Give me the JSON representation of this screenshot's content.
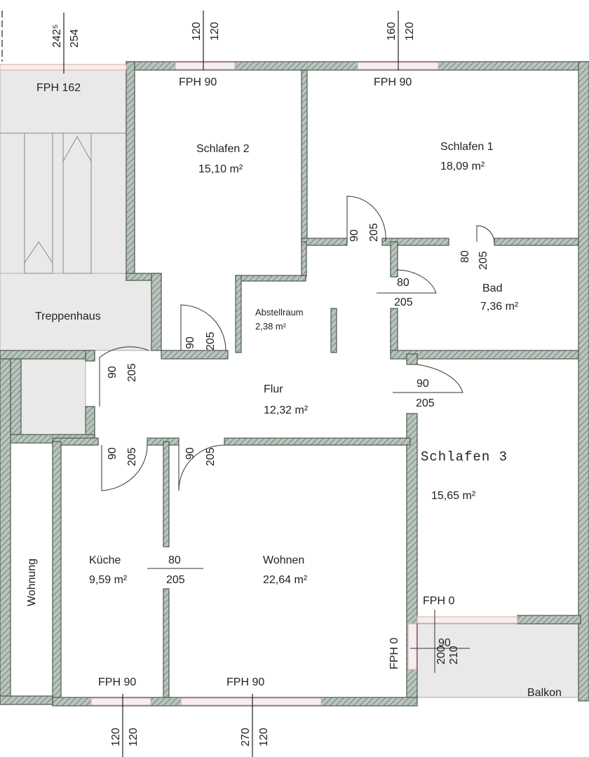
{
  "rooms": {
    "schlafen2": {
      "name": "Schlafen 2",
      "area": "15,10 m²"
    },
    "schlafen1": {
      "name": "Schlafen 1",
      "area": "18,09 m²"
    },
    "bad": {
      "name": "Bad",
      "area": "7,36 m²"
    },
    "abstellraum": {
      "name": "Abstellraum",
      "area": "2,38 m²"
    },
    "treppenhaus": {
      "name": "Treppenhaus"
    },
    "flur": {
      "name": "Flur",
      "area": "12,32 m²"
    },
    "schlafen3": {
      "name": "Schlafen 3",
      "area": "15,65 m²"
    },
    "kueche": {
      "name": "Küche",
      "area": "9,59 m²"
    },
    "wohnen": {
      "name": "Wohnen",
      "area": "22,64 m²"
    },
    "balkon": {
      "name": "Balkon"
    },
    "wohnung": {
      "name": "Wohnung"
    }
  },
  "windows": {
    "top_left": "FPH 162",
    "top_s2": "FPH 90",
    "top_s1": "FPH 90",
    "kueche": "FPH 90",
    "wohnen": "FPH 90",
    "s3": "FPH 0",
    "balkon_side": "FPH 0"
  },
  "dims_top": [
    {
      "a": "242⁵",
      "b": "254"
    },
    {
      "a": "120",
      "b": "120"
    },
    {
      "a": "160",
      "b": "120"
    }
  ],
  "dims_bottom": [
    {
      "a": "120",
      "b": "120"
    },
    {
      "a": "270",
      "b": "120"
    }
  ],
  "doors": {
    "schlafen1": {
      "w": "90",
      "h": "205"
    },
    "bad_side": {
      "w": "80",
      "h": "205"
    },
    "bad": {
      "w": "80",
      "h": "205"
    },
    "schlafen2": {
      "w": "90",
      "h": "205"
    },
    "treppenhaus": {
      "w": "90",
      "h": "205"
    },
    "schlafen3": {
      "w": "90",
      "h": "205"
    },
    "kueche": {
      "w": "90",
      "h": "205"
    },
    "wohnen": {
      "w": "90",
      "h": "205"
    },
    "kueche_wohnen": {
      "w": "80",
      "h": "205"
    },
    "balkon": {
      "a": "200",
      "b": "90",
      "c": "210"
    }
  }
}
